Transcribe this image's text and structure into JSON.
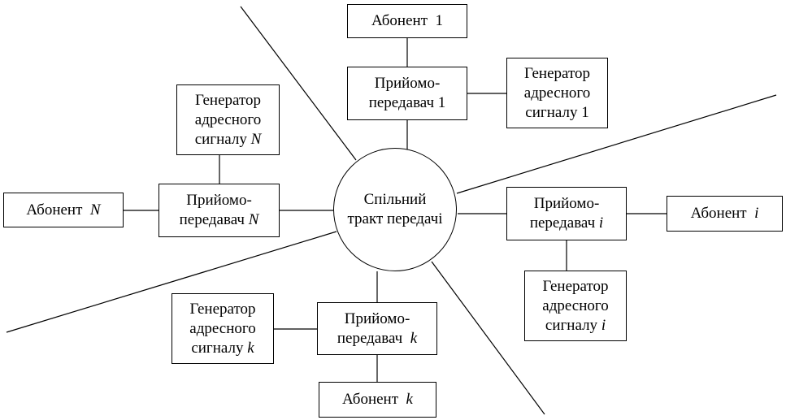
{
  "center": {
    "line1": "Спільний",
    "line2": "тракт передачі"
  },
  "top": {
    "subscriber": {
      "text": "Абонент",
      "var": "1"
    },
    "transceiver": {
      "line1": "Прийомо-",
      "line2": "передавач",
      "var": "1"
    },
    "generator": {
      "line1": "Генератор",
      "line2": "адресного",
      "line3": "сигналу",
      "var": "1"
    }
  },
  "left": {
    "subscriber": {
      "text": "Абонент",
      "var": "N"
    },
    "transceiver": {
      "line1": "Прийомо-",
      "line2": "передавач",
      "var": "N"
    },
    "generator": {
      "line1": "Генератор",
      "line2": "адресного",
      "line3": "сигналу",
      "var": "N"
    }
  },
  "right": {
    "subscriber": {
      "text": "Абонент",
      "var": "i"
    },
    "transceiver": {
      "line1": "Прийомо-",
      "line2": "передавач",
      "var": "i"
    },
    "generator": {
      "line1": "Генератор",
      "line2": "адресного",
      "line3": "сигналу",
      "var": "i"
    }
  },
  "bottom": {
    "subscriber": {
      "text": "Абонент",
      "var": "k"
    },
    "transceiver": {
      "line1": "Прийомо-",
      "line2": "передавач",
      "var": "k"
    },
    "generator": {
      "line1": "Генератор",
      "line2": "адресного",
      "line3": "сигналу",
      "var": "k"
    }
  }
}
